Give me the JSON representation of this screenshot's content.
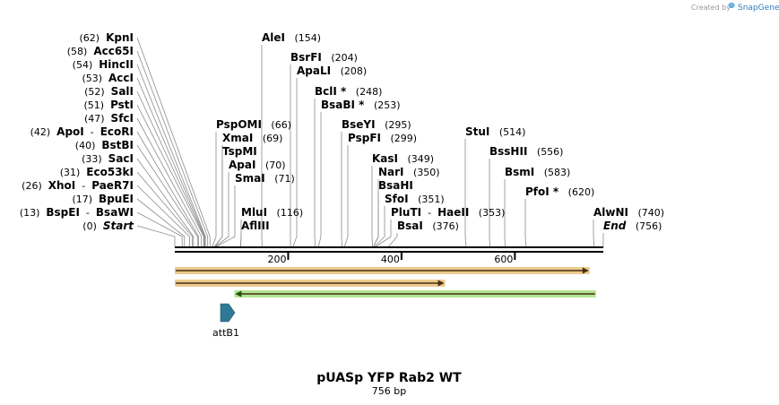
{
  "credit": {
    "prefix": "Created by",
    "brand": "SnapGene"
  },
  "title": "pUASp YFP Rab2 WT",
  "length_label": "756 bp",
  "total_bp": 756,
  "axis_ticks": [
    {
      "bp": 200,
      "label": "200"
    },
    {
      "bp": 400,
      "label": "400"
    },
    {
      "bp": 600,
      "label": "600"
    }
  ],
  "left_labels": [
    {
      "bp": 62,
      "parts": [
        {
          "pos": "(62)",
          "name": "KpnI"
        }
      ]
    },
    {
      "bp": 58,
      "parts": [
        {
          "pos": "(58)",
          "name": "Acc65I"
        }
      ]
    },
    {
      "bp": 54,
      "parts": [
        {
          "pos": "(54)",
          "name": "HincII"
        }
      ]
    },
    {
      "bp": 53,
      "parts": [
        {
          "pos": "(53)",
          "name": "AccI"
        }
      ]
    },
    {
      "bp": 52,
      "parts": [
        {
          "pos": "(52)",
          "name": "SalI"
        }
      ]
    },
    {
      "bp": 51,
      "parts": [
        {
          "pos": "(51)",
          "name": "PstI"
        }
      ]
    },
    {
      "bp": 47,
      "parts": [
        {
          "pos": "(47)",
          "name": "SfcI"
        }
      ]
    },
    {
      "bp": 42,
      "parts": [
        {
          "pos": "(42)",
          "name": "ApoI"
        },
        {
          "sep": "-",
          "name": "EcoRI"
        }
      ]
    },
    {
      "bp": 40,
      "parts": [
        {
          "pos": "(40)",
          "name": "BstBI"
        }
      ]
    },
    {
      "bp": 33,
      "parts": [
        {
          "pos": "(33)",
          "name": "SacI"
        }
      ]
    },
    {
      "bp": 31,
      "parts": [
        {
          "pos": "(31)",
          "name": "Eco53kI"
        }
      ]
    },
    {
      "bp": 26,
      "parts": [
        {
          "pos": "(26)",
          "name": "XhoI"
        },
        {
          "sep": "-",
          "name": "PaeR7I"
        }
      ]
    },
    {
      "bp": 17,
      "parts": [
        {
          "pos": "(17)",
          "name": "BpuEI"
        }
      ]
    },
    {
      "bp": 13,
      "parts": [
        {
          "pos": "(13)",
          "name": "BspEI"
        },
        {
          "sep": "-",
          "name": "BsaWI"
        }
      ]
    },
    {
      "bp": 0,
      "parts": [
        {
          "pos": "(0)",
          "name": "Start",
          "italic": true
        }
      ]
    }
  ],
  "right_labels": [
    {
      "bp": 154,
      "name": "AleI",
      "pos": "(154)"
    },
    {
      "bp": 204,
      "name": "BsrFI",
      "pos": "(204)"
    },
    {
      "bp": 208,
      "name": "ApaLI",
      "pos": "(208)"
    },
    {
      "bp": 248,
      "name": "BclI *",
      "pos": "(248)"
    },
    {
      "bp": 253,
      "name": "BsaBI *",
      "pos": "(253)"
    },
    {
      "bp": 66,
      "name": "PspOMI",
      "pos": "(66)"
    },
    {
      "bp": 69,
      "name": "XmaI",
      "pos": "(69)"
    },
    {
      "bp": 70,
      "name": "TspMI",
      "pos": ""
    },
    {
      "bp": 70,
      "name": "ApaI",
      "pos": "(70)"
    },
    {
      "bp": 71,
      "name": "SmaI",
      "pos": "(71)"
    },
    {
      "bp": 116,
      "name": "MluI",
      "pos": "(116)"
    },
    {
      "bp": 116,
      "name": "AflIII",
      "pos": ""
    },
    {
      "bp": 295,
      "name": "BseYI",
      "pos": "(295)"
    },
    {
      "bp": 299,
      "name": "PspFI",
      "pos": "(299)"
    },
    {
      "bp": 349,
      "name": "KasI",
      "pos": "(349)"
    },
    {
      "bp": 350,
      "name": "NarI",
      "pos": "(350)"
    },
    {
      "bp": 350,
      "name": "BsaHI",
      "pos": ""
    },
    {
      "bp": 351,
      "name": "SfoI",
      "pos": "(351)"
    },
    {
      "bp": 353,
      "name": "PluTI",
      "sep": "-",
      "name2": "HaeII",
      "pos": "(353)"
    },
    {
      "bp": 376,
      "name": "BsaI",
      "pos": "(376)"
    },
    {
      "bp": 514,
      "name": "StuI",
      "pos": "(514)"
    },
    {
      "bp": 556,
      "name": "BssHII",
      "pos": "(556)"
    },
    {
      "bp": 583,
      "name": "BsmI",
      "pos": "(583)"
    },
    {
      "bp": 620,
      "name": "PfoI *",
      "pos": "(620)"
    },
    {
      "bp": 740,
      "name": "AlwNI",
      "pos": "(740)"
    },
    {
      "bp": 756,
      "name": "End",
      "pos": "(756)",
      "italic": true
    }
  ],
  "features": [
    {
      "start": 0,
      "end": 732,
      "direction": "forward",
      "color": "#e8c27a"
    },
    {
      "start": 0,
      "end": 477,
      "direction": "forward",
      "color": "#e8c27a"
    },
    {
      "start": 105,
      "end": 743,
      "direction": "reverse",
      "color": "#a6e07e"
    }
  ],
  "attb1": {
    "label": "attB1",
    "color": "#2e7a96"
  }
}
